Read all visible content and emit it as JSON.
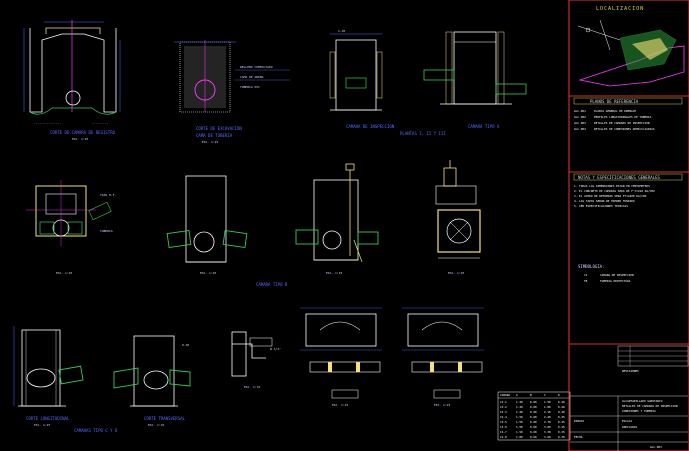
{
  "drawing": {
    "background": "#000000",
    "colors": {
      "line_blue": "#5a6bff",
      "line_white": "#ffffff",
      "pipe_green": "#39c85a",
      "concrete_yellow": "#f4e27a",
      "accent_yellow": "#d6dc3a",
      "magenta": "#ff3cff",
      "cyan": "#37e6ff",
      "red_frame": "#ff3a3a"
    }
  },
  "details": {
    "d1": {
      "caption": "CORTE DE CAMARA DE REGISTRO",
      "scale": "ESC. 1:25"
    },
    "d2": {
      "caption": "CORTE DE EXCAVACION",
      "subcaption": "CAMA DE TUBERIA",
      "scale": "ESC. 1:25"
    },
    "d3": {
      "caption": "CAMARA DE INSPECCION",
      "scale": "ESC. 1:25"
    },
    "d4": {
      "caption": "CAMARA TIPO A",
      "scale": "ESC. 1:25"
    },
    "d5": {
      "scale": "ESC. 1:25"
    },
    "d6": {
      "scale": "ESC. 1:25"
    },
    "d7": {
      "scale": "ESC. 1:25"
    },
    "d8": {
      "scale": "ESC. 1:25"
    },
    "section_row2": {
      "caption": "CAMARA TIPO B"
    },
    "d9": {
      "caption": "CORTE LONGITUDINAL",
      "scale": "ESC. 1:25"
    },
    "d10": {
      "caption": "CORTE TRANSVERSAL",
      "scale": "ESC. 1:25"
    },
    "d11": {
      "scale": "ESC. 1:10"
    },
    "section_row3": {
      "caption": "CAMARAS TIPO C Y D"
    },
    "d12": {
      "scale": "ESC. 1:25"
    },
    "d13": {
      "scale": "ESC. 1:25"
    }
  },
  "sidebar": {
    "location_title": "LOCALIZACION",
    "legend_title": "PLANOS DE REFERENCIA",
    "legend_items": [
      {
        "code": "ALC-001",
        "text": "PLANTA GENERAL DE DRENAJE"
      },
      {
        "code": "ALC-002",
        "text": "PERFILES LONGITUDINALES DE TUBERIA"
      },
      {
        "code": "ALC-003",
        "text": "DETALLES DE CAMARAS DE INSPECCION"
      },
      {
        "code": "ALC-004",
        "text": "DETALLES DE CONEXIONES DOMICILIARIAS"
      }
    ],
    "notes_title": "NOTAS Y ESPECIFICACIONES GENERALES",
    "notes": [
      "1. TODAS LAS DIMENSIONES ESTAN EN CENTIMETROS",
      "2. EL CONCRETO DE CAMARAS SERA DE F'C=210 KG/CM2",
      "3. EL ACERO DE REFUERZO SERA FY=4200 KG/CM2",
      "4. LAS TAPAS SERAN DE HIERRO FUNDIDO",
      "5. VER ESPECIFICACIONES TECNICAS"
    ],
    "symbols_title": "SIMBOLOGIA:",
    "symbols": [
      {
        "code": "CI",
        "text": "CAMARA DE INSPECCION"
      },
      {
        "code": "TB",
        "text": "TUBERIA PROYECTADA"
      }
    ]
  },
  "table": {
    "headers": [
      "CAMARA",
      "A",
      "B",
      "C",
      "D"
    ],
    "rows": [
      [
        "CI-1",
        "1.20",
        "0.60",
        "1.50",
        "0.20"
      ],
      [
        "CI-2",
        "1.20",
        "0.60",
        "1.80",
        "0.20"
      ],
      [
        "CI-3",
        "1.20",
        "0.60",
        "2.10",
        "0.20"
      ],
      [
        "CI-4",
        "1.50",
        "0.60",
        "2.40",
        "0.25"
      ],
      [
        "CI-5",
        "1.50",
        "0.60",
        "2.70",
        "0.25"
      ],
      [
        "CI-6",
        "1.50",
        "0.60",
        "3.00",
        "0.25"
      ],
      [
        "CI-7",
        "1.50",
        "0.60",
        "3.30",
        "0.25"
      ],
      [
        "CI-8",
        "1.80",
        "0.60",
        "3.60",
        "0.30"
      ]
    ]
  },
  "titleblock": {
    "revision": "REVISIONES",
    "project": "ALCANTARILLADO SANITARIO",
    "sheet_title": "DETALLES DE CAMARAS DE INSPECCION",
    "sheet_sub": "CONEXIONES Y TUBERIA",
    "sheet_code": "ALC-003",
    "drawn": "DIBUJO",
    "scale": "ESCALA",
    "scale_value": "INDICADAS",
    "date": "FECHA"
  }
}
